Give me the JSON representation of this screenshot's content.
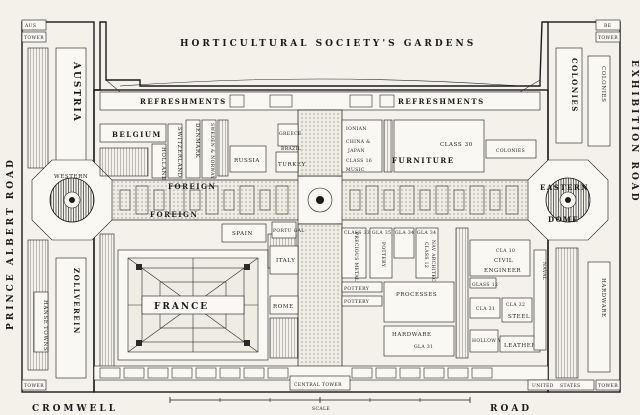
{
  "roads": {
    "north": "HORTICULTURAL SOCIETY'S GARDENS",
    "west": "PRINCE ALBERT ROAD",
    "east": "EXHIBITION ROAD",
    "south_left": "CROMWELL",
    "south_right": "ROAD"
  },
  "corners": {
    "nw": "AUS",
    "nw2": "TOWER",
    "ne": "BE",
    "ne2": "TOWER",
    "sw": "TOWER",
    "se": "TOWER"
  },
  "refreshments_left": "REFRESHMENTS",
  "refreshments_right": "REFRESHMENTS",
  "west_dome": "WESTERN",
  "east_dome_top": "EASTERN",
  "east_dome_bottom": "DOME",
  "foreign_top": "FOREIGN",
  "foreign_bottom": "FOREIGN",
  "central_tower": "CENTRAL TOWER",
  "scale": "SCALE",
  "countries": {
    "austria": "AUSTRIA",
    "belgium": "BELGIUM",
    "holland": "HOLLAND",
    "switzerland": "SWITZERLAND",
    "denmark": "DENMARK",
    "sweden": "SWEDEN & NORWAY",
    "russia": "RUSSIA",
    "greece": "GREECE",
    "brazil": "BRAZIL",
    "turkey": "TURKEY",
    "ionian": "IONIAN",
    "china": "CHINA &",
    "japan": "JAPAN",
    "class16": "CLASS 16",
    "music": "MUSIC",
    "furniture": "FURNITURE",
    "class30": "CLASS 30",
    "colonies_a": "COLONIES",
    "colonies_b": "COLONIES",
    "colonies_c": "COLONIES",
    "spain": "SPAIN",
    "portugal": "PORTU GAL",
    "italy": "ITALY",
    "rome": "ROME",
    "france": "FRANCE",
    "zollverein": "ZOLLVEREIN",
    "hanse": "HANSE",
    "towns": "TOWNS",
    "precious": "PRECIOUS METALS",
    "class33": "CLASS 33",
    "pottery_v": "POTTERY",
    "pottery_a": "POTTERY",
    "pottery_b": "POTTERY",
    "gla34": "GLA 34",
    "gla35": "GLA 35",
    "gla34b": "GLA 34",
    "class12": "CLASS 12",
    "naval": "NAV ARCHITECTURE",
    "class10": "CLA 10",
    "civil": "CIVIL",
    "engineer": "ENGINEER",
    "class12b": "GLASS 12",
    "processes": "PROCESSES",
    "hardware": "HARDWARE",
    "class31": "CLA 31",
    "class31b": "GLA 31",
    "class32": "CLA 32",
    "steel": "STEEL",
    "hollow": "HOLLOW WARE",
    "leather": "LEATHER",
    "hardware2": "HARDWARE",
    "naval_label": "NAVAL",
    "united": "UNITED",
    "states": "STATES"
  }
}
